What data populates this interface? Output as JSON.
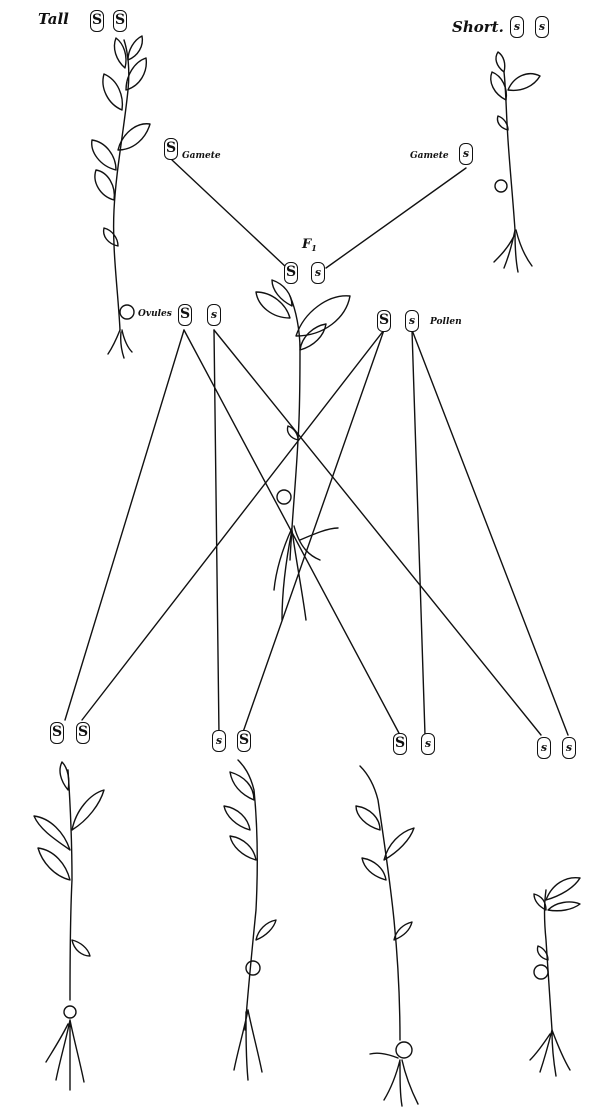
{
  "labels": {
    "tall": "Tall",
    "short": "Short.",
    "gamete_left": "Gamete",
    "gamete_right": "Gamete",
    "f1_letter": "F",
    "f1_sub": "1",
    "ovules": "Ovules",
    "pollen": "Pollen"
  },
  "alleles": {
    "dominant": "S",
    "recessive": "s"
  },
  "colors": {
    "ink": "#111111",
    "paper": "#ffffff"
  },
  "generations": {
    "parents": [
      "SS",
      "ss"
    ],
    "gametes": [
      "S",
      "s"
    ],
    "f1": "Ss",
    "f1_gametes_ovules": [
      "S",
      "s"
    ],
    "f1_gametes_pollen": [
      "S",
      "s"
    ],
    "f2": [
      "SS",
      "Ss",
      "Ss",
      "ss"
    ]
  },
  "plants": [
    {
      "name": "plant-tall-parent",
      "stature": "tall"
    },
    {
      "name": "plant-short-parent",
      "stature": "short"
    },
    {
      "name": "plant-f1",
      "stature": "tall"
    },
    {
      "name": "plant-f2-ss-dominant",
      "stature": "tall"
    },
    {
      "name": "plant-f2-ss-hetero-1",
      "stature": "tall"
    },
    {
      "name": "plant-f2-ss-hetero-2",
      "stature": "tall"
    },
    {
      "name": "plant-f2-ss-recessive",
      "stature": "short"
    }
  ]
}
